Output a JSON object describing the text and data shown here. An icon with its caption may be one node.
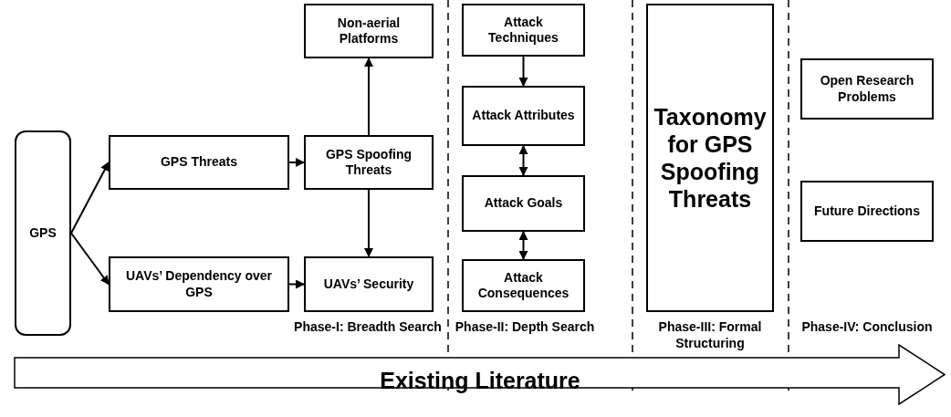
{
  "diagram": {
    "nodes": [
      {
        "text": [
          "GPS"
        ]
      },
      {
        "text": [
          "GPS Threats"
        ]
      },
      {
        "text": [
          "UAVs’ Dependency over GPS"
        ]
      },
      {
        "text": [
          "Non-aerial Platforms"
        ]
      },
      {
        "text": [
          "GPS Spoofing Threats"
        ]
      },
      {
        "text": [
          "UAVs’ Security"
        ]
      },
      {
        "text": [
          "Attack Techniques"
        ]
      },
      {
        "text": [
          "Attack Attributes"
        ]
      },
      {
        "text": [
          "Attack Goals"
        ]
      },
      {
        "text": [
          "Attack Consequences"
        ]
      },
      {
        "text": [
          "Taxonomy for GPS Spoofing Threats"
        ]
      },
      {
        "text": [
          "Open Research Problems"
        ]
      },
      {
        "text": [
          "Future Directions"
        ]
      },
      {
        "text": [
          "Existing Literature"
        ]
      }
    ],
    "edges": [
      {
        "from": 0,
        "to": 1,
        "arrow": "to"
      },
      {
        "from": 0,
        "to": 2,
        "arrow": "to"
      },
      {
        "from": 1,
        "to": 4,
        "arrow": "to"
      },
      {
        "from": 2,
        "to": 5,
        "arrow": "to"
      },
      {
        "from": 4,
        "to": 3,
        "arrow": "to"
      },
      {
        "from": 4,
        "to": 5,
        "arrow": "to"
      },
      {
        "from": 6,
        "to": 7,
        "arrow": "to"
      },
      {
        "from": 7,
        "to": 8,
        "arrow": "both"
      },
      {
        "from": 8,
        "to": 9,
        "arrow": "both"
      }
    ],
    "labels": [
      "Phase-I: Breadth Search",
      "Phase-II: Depth Search",
      "Phase-III: Formal Structuring",
      "Phase-IV: Conclusion"
    ]
  }
}
